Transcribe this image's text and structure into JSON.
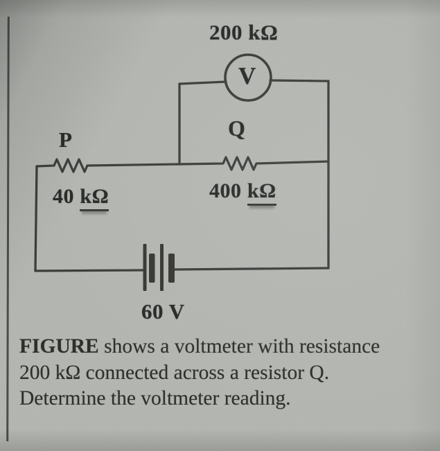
{
  "figure": {
    "voltmeter": {
      "resistance_label": "200 kΩ",
      "symbol": "V"
    },
    "resistor_p": {
      "name": "P",
      "value_number": "40",
      "value_unit": "kΩ"
    },
    "resistor_q": {
      "name": "Q",
      "value_number": "400",
      "value_unit": "kΩ"
    },
    "battery": {
      "label": "60 V"
    }
  },
  "caption": {
    "line1_bold": "FIGURE",
    "line1_rest": " shows a voltmeter with resistance",
    "line2": "200 kΩ connected across a resistor Q.",
    "line3": "Determine the voltmeter reading."
  },
  "colors": {
    "paper": "#b2b5b0",
    "ink": "#24251f",
    "wire": "#2a2b28"
  }
}
